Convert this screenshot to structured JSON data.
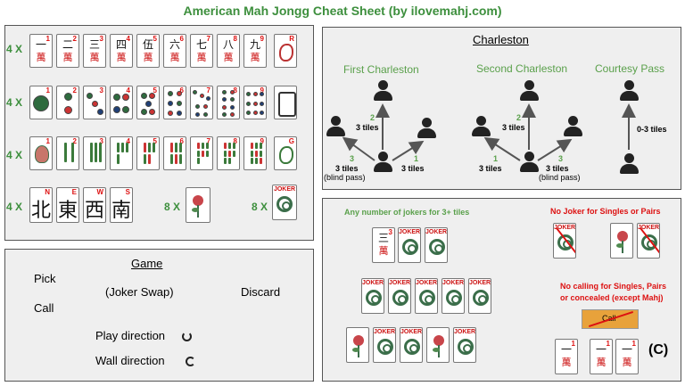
{
  "title": "American Mah Jongg Cheat Sheet (by ilovemahj.com)",
  "tiles_panel": {
    "row_labels": [
      "4 X",
      "4 X",
      "4 X",
      "4 X"
    ],
    "count_8a": "8 X",
    "count_8b": "8 X",
    "craks": {
      "top_chars": [
        "一",
        "二",
        "三",
        "四",
        "伍",
        "六",
        "七",
        "八",
        "九"
      ],
      "bottom_char": "萬",
      "numbers": [
        "1",
        "2",
        "3",
        "4",
        "5",
        "6",
        "7",
        "8",
        "9"
      ]
    },
    "dots_numbers": [
      "1",
      "2",
      "3",
      "4",
      "5",
      "6",
      "7",
      "8",
      "9"
    ],
    "bams_numbers": [
      "1",
      "2",
      "3",
      "4",
      "5",
      "6",
      "7",
      "8",
      "9"
    ],
    "dragons": {
      "red": "R",
      "green": "G"
    },
    "winds": [
      {
        "char": "北",
        "letter": "N"
      },
      {
        "char": "東",
        "letter": "E"
      },
      {
        "char": "西",
        "letter": "W"
      },
      {
        "char": "南",
        "letter": "S"
      }
    ],
    "joker_label": "JOKER"
  },
  "charleston": {
    "title": "Charleston",
    "first": "First Charleston",
    "second": "Second Charleston",
    "courtesy": "Courtesy Pass",
    "num1": "1",
    "num2": "2",
    "num3": "3",
    "three_tiles": "3 tiles",
    "blind_pass": "(blind pass)",
    "zero_three": "0-3 tiles"
  },
  "game": {
    "title": "Game",
    "pick": "Pick",
    "call": "Call",
    "joker_swap": "(Joker Swap)",
    "discard": "Discard",
    "play_direction": "Play direction",
    "wall_direction": "Wall direction"
  },
  "rules": {
    "jokers_3plus": "Any number of jokers for 3+ tiles",
    "no_joker_singles": "No Joker for Singles or Pairs",
    "no_calling": "No calling for Singles, Pairs",
    "no_calling_2": "or concealed  (except Mahj)",
    "call_label": "Call",
    "copyright": "(C)",
    "crak_num": "1",
    "crak_top": "一",
    "crak_bot": "萬",
    "three_num": "3",
    "three_top": "三"
  },
  "colors": {
    "accent_green": "#3d8f3d",
    "label_green": "#5aa04b",
    "red": "#dd1111",
    "call_orange": "#e8a23b"
  }
}
